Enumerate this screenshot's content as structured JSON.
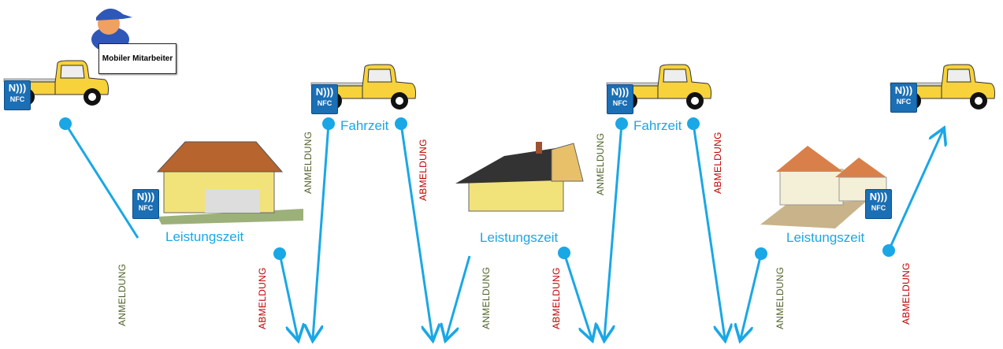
{
  "callout": "Mobiler Mitarbeiter",
  "fahrzeit": "Fahrzeit",
  "leistungszeit": "Leistungszeit",
  "anmeldung": "ANMELDUNG",
  "abmeldung": "ABMELDUNG",
  "nfc": "NFC",
  "nfc_glyph": "N)))",
  "colors": {
    "line": "#1aa7e6",
    "anmeldung": "#4f6228",
    "abmeldung": "#c00000",
    "nfc": "#1a6fb5"
  }
}
